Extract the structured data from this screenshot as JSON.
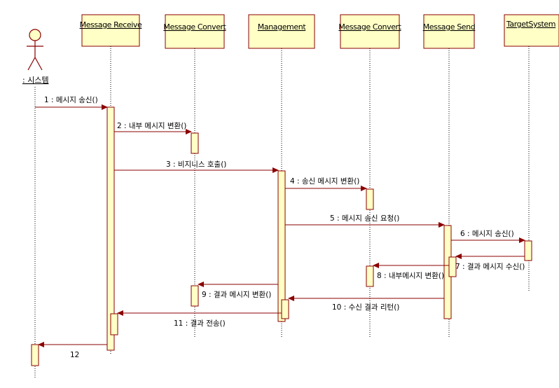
{
  "colors": {
    "box_fill": "#FFFFC6",
    "box_stroke": "#8B0000",
    "arrow": "#8B0000",
    "lifeline": "#000000"
  },
  "actor": {
    "label": ": 시스템"
  },
  "objects": [
    {
      "label": "Message Receive"
    },
    {
      "label": "Message Convert"
    },
    {
      "label": "Management"
    },
    {
      "label": "Message Convert"
    },
    {
      "label": "Message Send"
    },
    {
      "label": "TargetSystem"
    }
  ],
  "messages": [
    {
      "label": "1 : 메시지 송신()"
    },
    {
      "label": "2 : 내부 메시지 변환()"
    },
    {
      "label": "3 : 비지니스 호출()"
    },
    {
      "label": "4 : 송신 메시지 변환()"
    },
    {
      "label": "5 : 메시지 송신 요청()"
    },
    {
      "label": "6 : 메시지 송신()"
    },
    {
      "label": "7 : 결과 메시지 수신()"
    },
    {
      "label": "8 : 내부메시지 변환()"
    },
    {
      "label": "9 : 결과 메시지 변환()"
    },
    {
      "label": "10 : 수신 결과 리턴()"
    },
    {
      "label": "11 : 결과 전송()"
    },
    {
      "label": "12"
    }
  ]
}
